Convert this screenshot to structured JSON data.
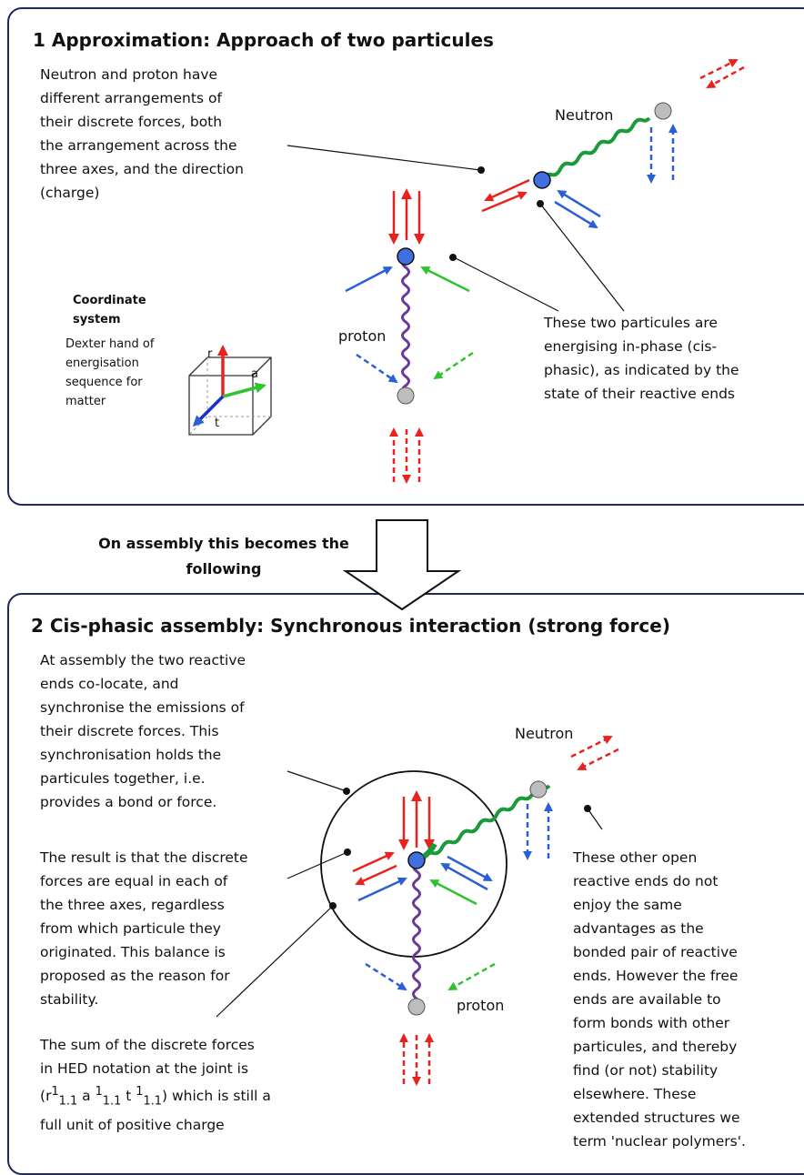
{
  "section1": {
    "title": "1 Approximation: Approach of two particules",
    "description": "Neutron and proton have\ndifferent arrangements of\ntheir discrete forces, both\nthe arrangement across the\nthree axes, and the direction\n(charge)",
    "coordinate_title": "Coordinate\nsystem",
    "coordinate_text": "Dexter hand of\nenergisation\nsequence for\nmatter",
    "axis_r": "r",
    "axis_a": "a",
    "axis_t": "t",
    "neutron_label": "Neutron",
    "proton_label": "proton",
    "phase_note": "These two particules are\nenergising in-phase (cis-\nphasic), as indicated by the\nstate of their reactive ends"
  },
  "transition": {
    "text": "On assembly this becomes the\nfollowing"
  },
  "section2": {
    "title": "2 Cis-phasic assembly: Synchronous interaction (strong force)",
    "assembly_text": "At assembly the two reactive\nends co-locate, and\nsynchronise the emissions of\ntheir discrete forces. This\nsynchronisation holds the\nparticules together, i.e.\nprovides a bond or force.",
    "result_text": "The result is that the discrete\nforces are equal in each of\nthe three axes, regardless\nfrom which particule they\noriginated. This balance is\nproposed as the reason for\nstability.",
    "sum_text_line1": "The sum of the discrete forces",
    "sum_text_line2": "in HED notation at the joint is",
    "sum_text_line4": "full unit of positive charge",
    "hed_r": "r",
    "hed_a": "a",
    "hed_t": "t",
    "hed_sup": "1",
    "hed_sub": "1.1",
    "hed_tail": ") which is still a",
    "neutron_label": "Neutron",
    "proton_label": "proton",
    "open_ends_text": "These other open\nreactive ends do not\nenjoy the same\nadvantages as the\nbonded pair of reactive\nends. However the free\nends are available to\nform bonds with other\nparticules, and thereby\nfind (or not) stability\nelsewhere. These\nextended structures we\nterm 'nuclear polymers'."
  },
  "colors": {
    "r_axis": "#e8231f",
    "a_axis": "#2fc32f",
    "t_axis": "#2b5fd6",
    "neutron_string": "#1a9a3a",
    "proton_string": "#6a3a9a",
    "reactive_end": "#3f6fe0",
    "open_end": "#bdbdbd",
    "border": "#1f2a5a"
  }
}
